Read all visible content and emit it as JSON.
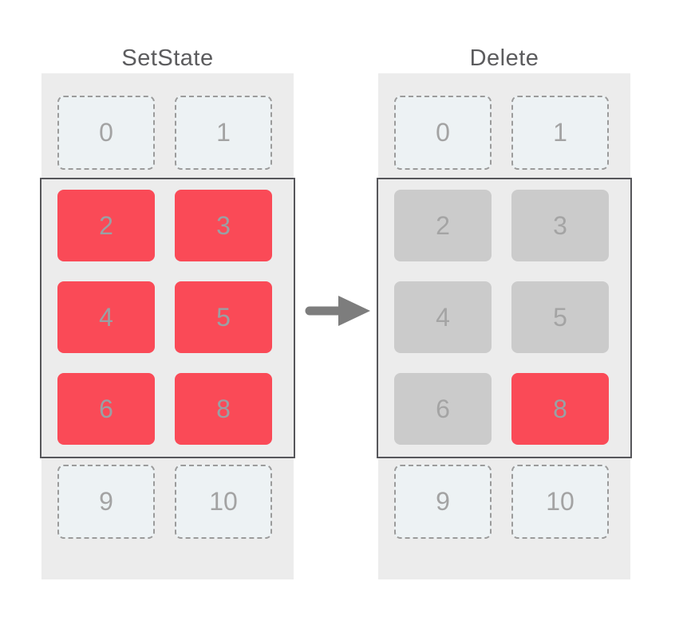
{
  "diagram": {
    "description": "Two list viewport panels compared, left to right",
    "panels": [
      {
        "id": "setstate",
        "title": "SetState",
        "cells": [
          {
            "label": "0",
            "zone": "above-viewport",
            "state": "offscreen"
          },
          {
            "label": "1",
            "zone": "above-viewport",
            "state": "offscreen"
          },
          {
            "label": "2",
            "zone": "in-viewport",
            "state": "active"
          },
          {
            "label": "3",
            "zone": "in-viewport",
            "state": "active"
          },
          {
            "label": "4",
            "zone": "in-viewport",
            "state": "active"
          },
          {
            "label": "5",
            "zone": "in-viewport",
            "state": "active"
          },
          {
            "label": "6",
            "zone": "in-viewport",
            "state": "active"
          },
          {
            "label": "8",
            "zone": "in-viewport",
            "state": "active"
          },
          {
            "label": "9",
            "zone": "below-viewport",
            "state": "offscreen"
          },
          {
            "label": "10",
            "zone": "below-viewport",
            "state": "offscreen"
          }
        ]
      },
      {
        "id": "delete",
        "title": "Delete",
        "cells": [
          {
            "label": "0",
            "zone": "above-viewport",
            "state": "offscreen"
          },
          {
            "label": "1",
            "zone": "above-viewport",
            "state": "offscreen"
          },
          {
            "label": "2",
            "zone": "in-viewport",
            "state": "removed"
          },
          {
            "label": "3",
            "zone": "in-viewport",
            "state": "removed"
          },
          {
            "label": "4",
            "zone": "in-viewport",
            "state": "removed"
          },
          {
            "label": "5",
            "zone": "in-viewport",
            "state": "removed"
          },
          {
            "label": "6",
            "zone": "in-viewport",
            "state": "removed"
          },
          {
            "label": "8",
            "zone": "in-viewport",
            "state": "active"
          },
          {
            "label": "9",
            "zone": "below-viewport",
            "state": "offscreen"
          },
          {
            "label": "10",
            "zone": "below-viewport",
            "state": "offscreen"
          }
        ]
      }
    ],
    "arrow": {
      "icon": "right-arrow",
      "direction": "right"
    },
    "colors": {
      "panel_background": "#ececec",
      "active_cell": "#fa4a57",
      "removed_cell": "#cbcbcb",
      "offscreen_cell_fill": "#edf2f4",
      "offscreen_cell_border": "#9b9b9b",
      "viewport_border": "#56565a",
      "cell_label": "#a3a3a3",
      "cell_label_on_active": "#9aa0a4",
      "title_text": "#5c5c5e",
      "arrow": "#7d7d7d"
    }
  }
}
